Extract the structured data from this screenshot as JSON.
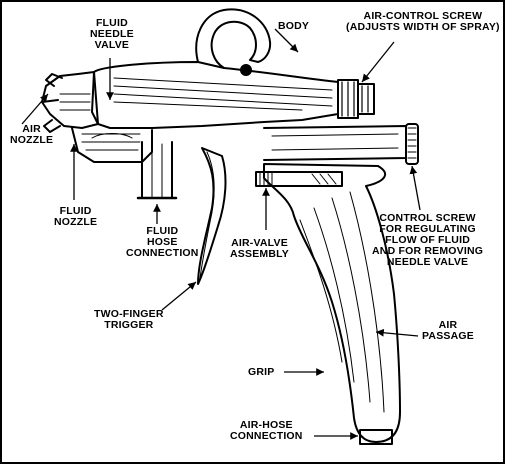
{
  "labels": {
    "fluid_needle_valve": [
      "FLUID",
      "NEEDLE",
      "VALVE"
    ],
    "body": "BODY",
    "air_control_screw": [
      "AIR-CONTROL SCREW",
      "(ADJUSTS WIDTH OF SPRAY)"
    ],
    "air_nozzle": [
      "AIR",
      "NOZZLE"
    ],
    "fluid_nozzle": [
      "FLUID",
      "NOZZLE"
    ],
    "fluid_hose_connection": [
      "FLUID",
      "HOSE",
      "CONNECTION"
    ],
    "air_valve_assembly": [
      "AIR-VALVE",
      "ASSEMBLY"
    ],
    "control_screw": [
      "CONTROL SCREW",
      "FOR REGULATING",
      "FLOW OF FLUID",
      "AND FOR REMOVING",
      "NEEDLE VALVE"
    ],
    "two_finger_trigger": [
      "TWO-FINGER",
      "TRIGGER"
    ],
    "air_passage": [
      "AIR",
      "PASSAGE"
    ],
    "grip": "GRIP",
    "air_hose_connection": [
      "AIR-HOSE",
      "CONNECTION"
    ]
  },
  "colors": {
    "ink": "#000000",
    "paper": "#ffffff"
  }
}
